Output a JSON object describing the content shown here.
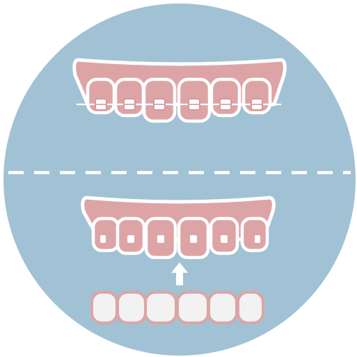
{
  "colors": {
    "background_circle": "#a1c2d4",
    "gum": "#dda4a6",
    "gum_outline": "#ffffff",
    "tooth_outline": "#d9969a",
    "tooth_fill": "#ffffff",
    "bracket": "#d9969a",
    "attachment": "#ffffff",
    "aligner_tooth_fill": "#f2f2f2",
    "aligner_outline": "#dda4a6",
    "divider": "#ffffff",
    "arrow": "#ffffff"
  },
  "panels": {
    "top": {
      "name": "braces",
      "teeth_count": 6,
      "has_brackets": true,
      "has_wire": true
    },
    "bottom": {
      "name": "clear-aligner",
      "teeth_count": 6,
      "has_attachments": true,
      "arrow_direction": "up"
    }
  },
  "icons": [
    "braces-teeth-icon",
    "aligner-teeth-icon",
    "aligner-tray-icon",
    "arrow-up-icon",
    "divider-line"
  ]
}
